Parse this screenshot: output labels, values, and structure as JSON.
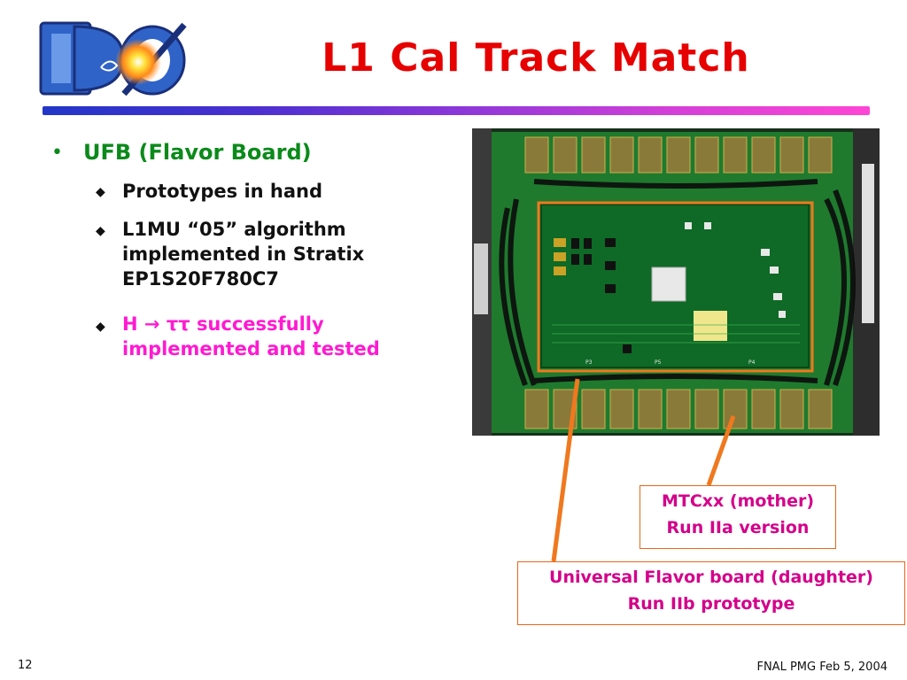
{
  "slide": {
    "title": "L1 Cal Track Match",
    "page_number": "12",
    "footer": "FNAL PMG Feb 5, 2004"
  },
  "logo": {
    "text": "DØ"
  },
  "bullets": {
    "main": "UFB (Flavor Board)",
    "sub": [
      {
        "text": "Prototypes in hand"
      },
      {
        "line1": "L1MU “05” algorithm",
        "line2": "implemented in Stratix",
        "line3": "EP1S20F780C7"
      },
      {
        "prefix": "H",
        "arrow": "→",
        "tau": "ττ",
        "rest": "successfully",
        "line2": "implemented and tested"
      }
    ]
  },
  "photo": {
    "pcb_labels": [
      "P3",
      "P5",
      "P4"
    ]
  },
  "callouts": {
    "mother": {
      "line1": "MTCxx (mother)",
      "line2": "Run IIa version"
    },
    "daughter": {
      "line1": "Universal Flavor board (daughter)",
      "line2": "Run IIb prototype"
    }
  },
  "colors": {
    "title": "#e60000",
    "bullet_main": "#0a8a1a",
    "highlight": "#ff1ad1",
    "callout_text": "#d4008a",
    "callout_border": "#e8661a",
    "rule_start": "#2236c8",
    "rule_end": "#ff45d6"
  }
}
